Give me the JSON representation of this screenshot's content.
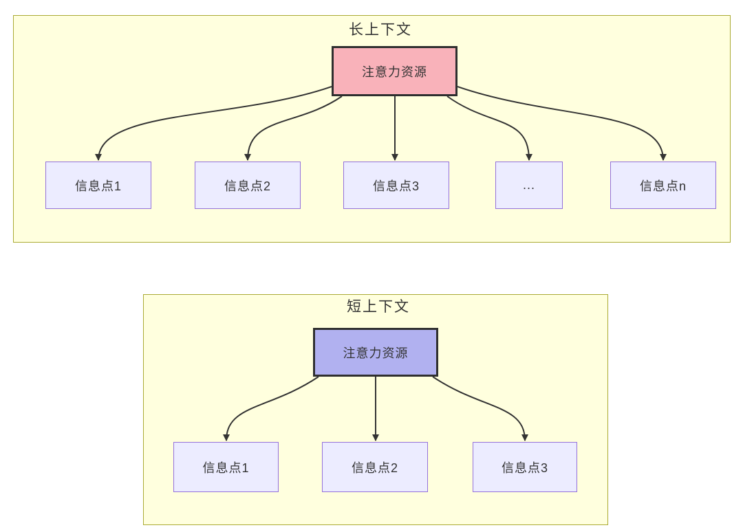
{
  "colors": {
    "page_background": "#ffffff",
    "cluster_fill": "#ffffde",
    "cluster_border": "#aaaa33",
    "target_node_fill": "#ececff",
    "target_node_border": "#9370db",
    "source_node_long_fill": "#f9b2ba",
    "source_node_short_fill": "#b1b1f0",
    "source_node_border": "#2f2f2f",
    "edge_stroke": "#333333",
    "text_color": "#333333"
  },
  "sections": [
    {
      "title": "长上下文",
      "source_label": "注意力资源",
      "targets": [
        "信息点1",
        "信息点2",
        "信息点3",
        "...",
        "信息点n"
      ]
    },
    {
      "title": "短上下文",
      "source_label": "注意力资源",
      "targets": [
        "信息点1",
        "信息点2",
        "信息点3"
      ]
    }
  ]
}
